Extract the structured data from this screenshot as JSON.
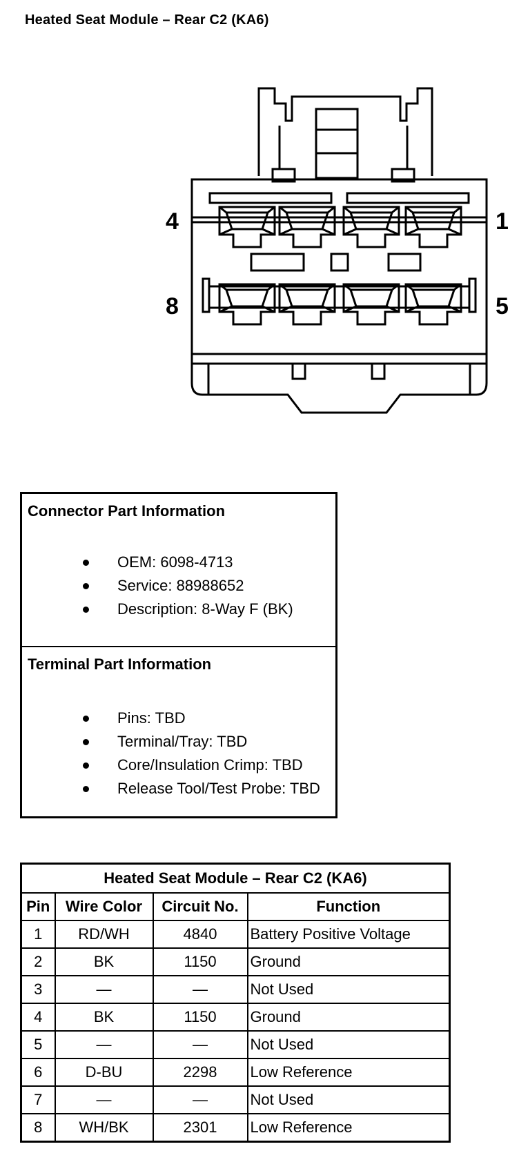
{
  "title": "Heated Seat Module – Rear C2 (KA6)",
  "connector": {
    "pin_labels": {
      "top_left": "4",
      "top_right": "1",
      "bottom_left": "8",
      "bottom_right": "5"
    }
  },
  "connector_info": {
    "title": "Connector Part Information",
    "items": [
      "OEM: 6098-4713",
      "Service: 88988652",
      "Description: 8-Way F (BK)"
    ]
  },
  "terminal_info": {
    "title": "Terminal Part Information",
    "items": [
      "Pins: TBD",
      "Terminal/Tray: TBD",
      "Core/Insulation Crimp: TBD",
      "Release Tool/Test Probe: TBD"
    ]
  },
  "pin_table": {
    "title": "Heated Seat Module – Rear C2 (KA6)",
    "headers": [
      "Pin",
      "Wire Color",
      "Circuit No.",
      "Function"
    ],
    "rows": [
      [
        "1",
        "RD/WH",
        "4840",
        "Battery Positive Voltage"
      ],
      [
        "2",
        "BK",
        "1150",
        "Ground"
      ],
      [
        "3",
        "—",
        "—",
        "Not Used"
      ],
      [
        "4",
        "BK",
        "1150",
        "Ground"
      ],
      [
        "5",
        "—",
        "—",
        "Not Used"
      ],
      [
        "6",
        "D-BU",
        "2298",
        "Low Reference"
      ],
      [
        "7",
        "—",
        "—",
        "Not Used"
      ],
      [
        "8",
        "WH/BK",
        "2301",
        "Low Reference"
      ]
    ]
  }
}
